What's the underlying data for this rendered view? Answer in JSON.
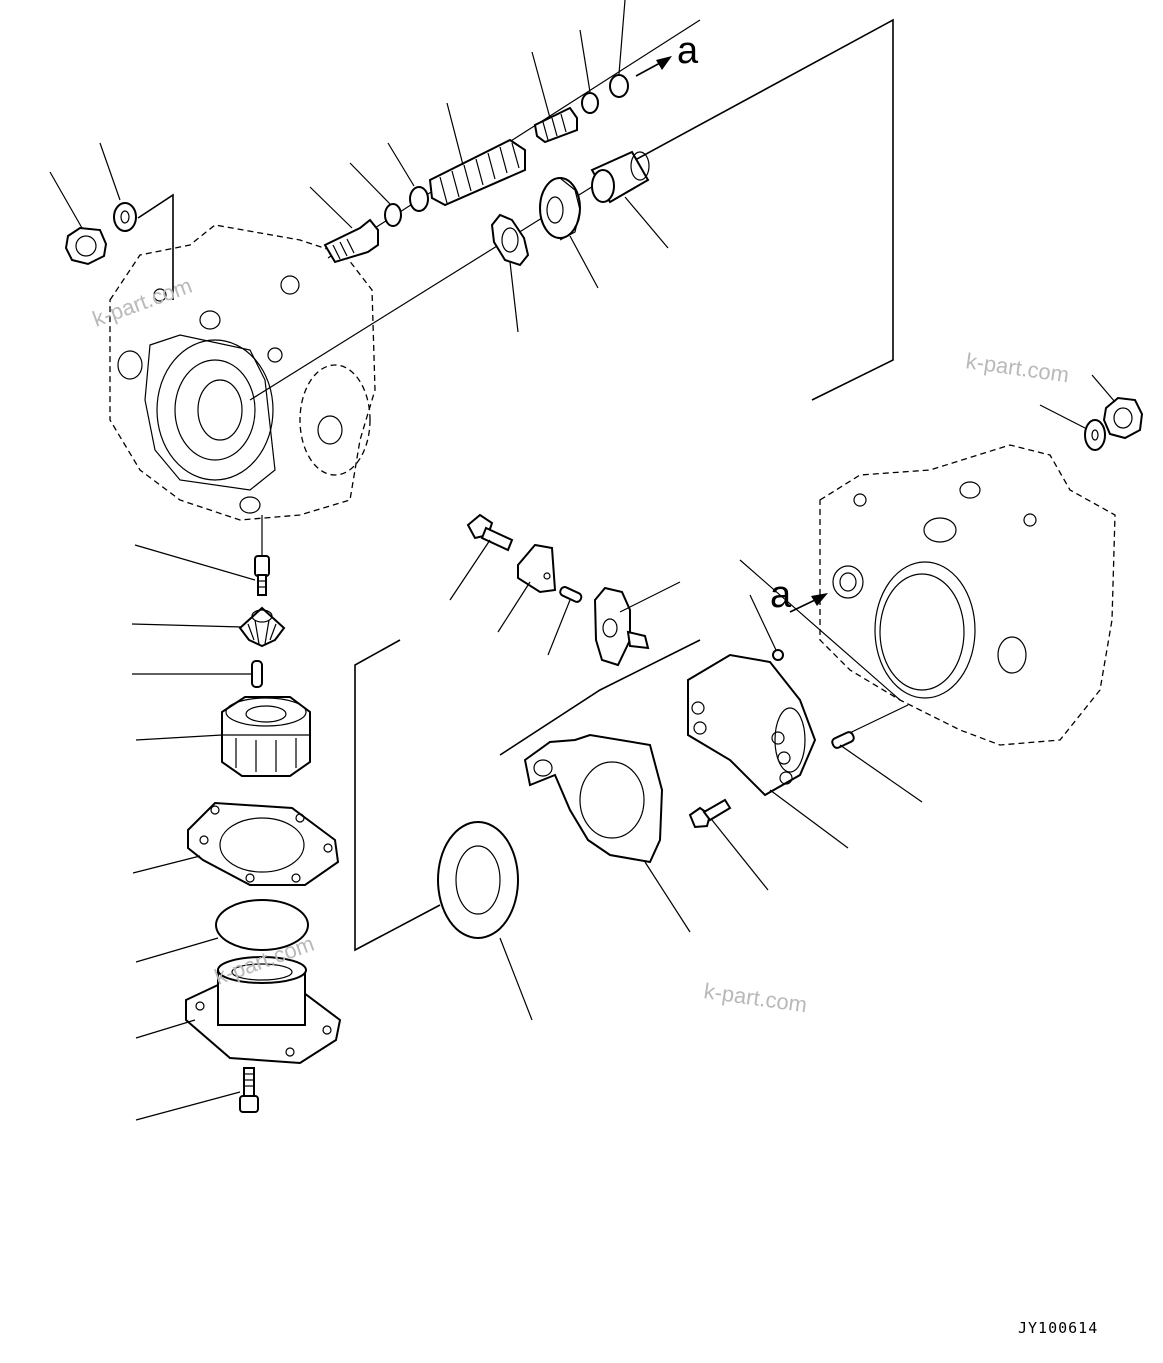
{
  "diagram": {
    "arrow_label_top": "a",
    "arrow_label_right": "a",
    "drawing_code": "JY100614",
    "watermarks": [
      "k-part.com",
      "k-part.com",
      "k-part.com",
      "k-part.com"
    ]
  }
}
